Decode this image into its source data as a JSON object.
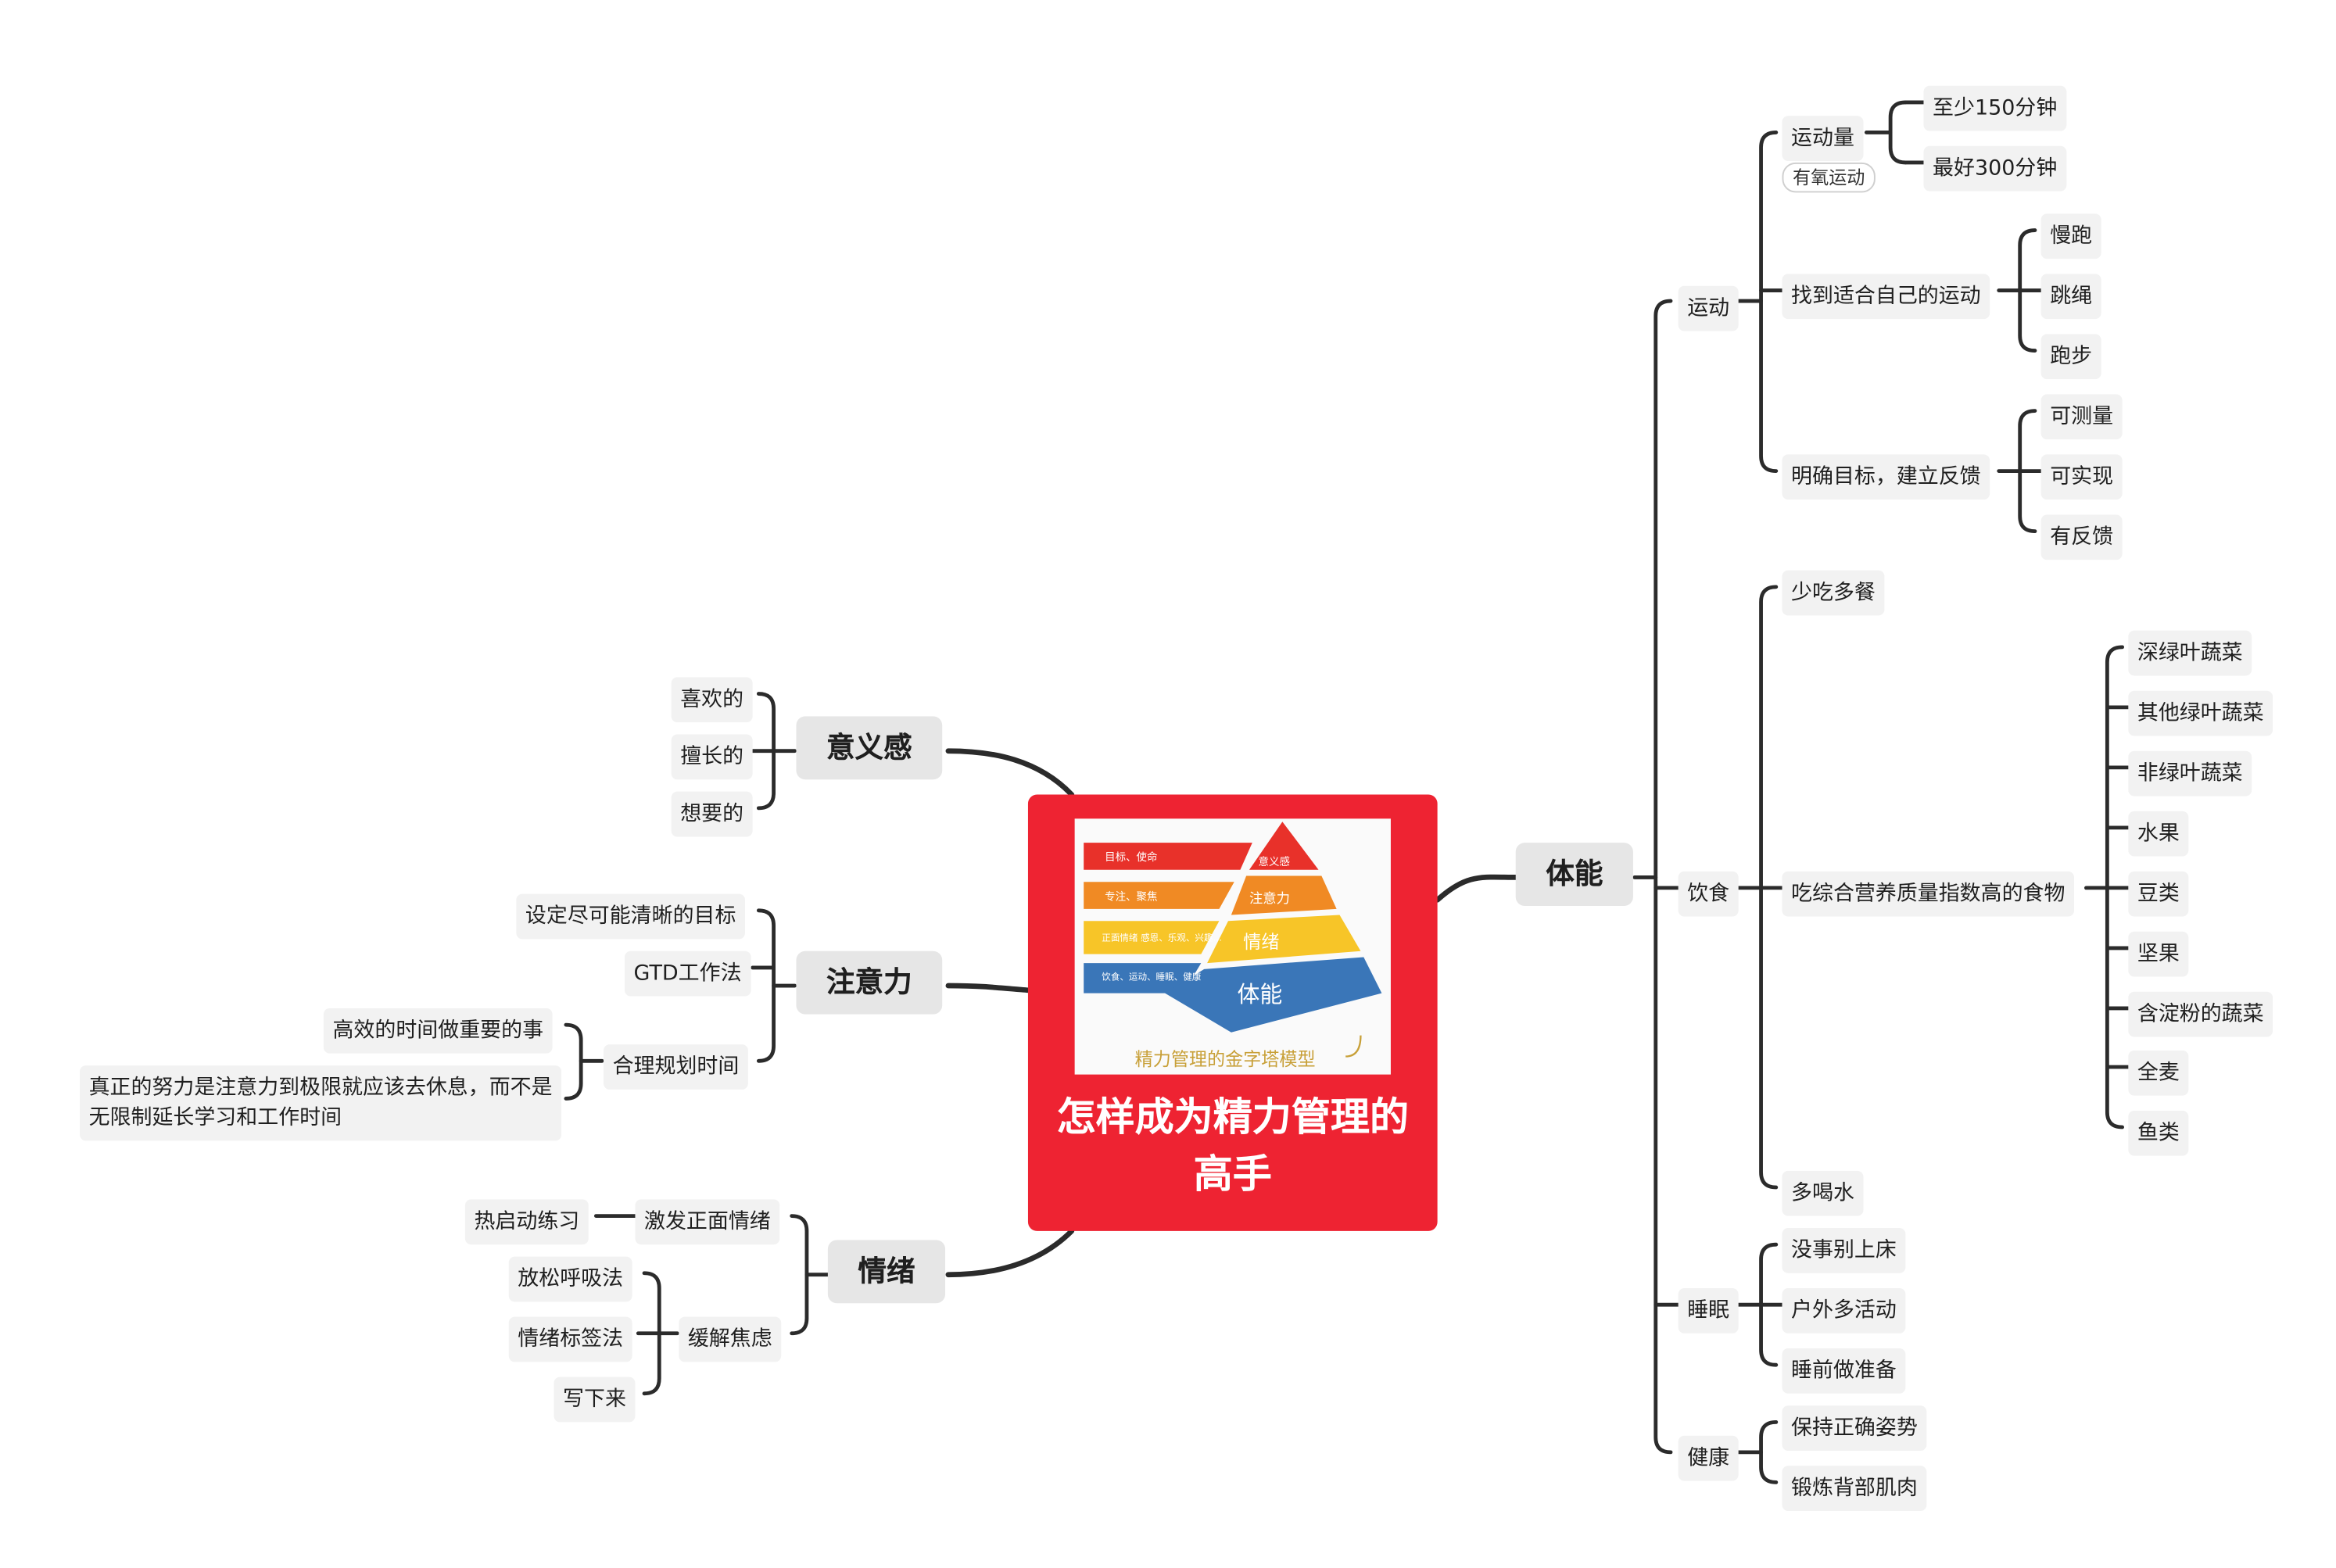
{
  "root": {
    "title": "怎样成为精力管理的高手",
    "image": {
      "caption": "精力管理的金字塔模型",
      "layers": [
        {
          "label": "意义感",
          "desc": "目标、使命",
          "color": "#e8312a"
        },
        {
          "label": "注意力",
          "desc": "专注、聚焦",
          "color": "#f08a24"
        },
        {
          "label": "情绪",
          "desc": "正面情绪 感恩、乐观、兴趣…",
          "color": "#f7c528"
        },
        {
          "label": "体能",
          "desc": "饮食、运动、睡眠、健康",
          "color": "#3a76b8"
        }
      ]
    }
  },
  "branches": {
    "tineng": {
      "label": "体能",
      "yundong": {
        "label": "运动",
        "yundongliang": {
          "label": "运动量",
          "tag": "有氧运动",
          "children": [
            "至少150分钟",
            "最好300分钟"
          ]
        },
        "zhaodao": {
          "label": "找到适合自己的运动",
          "children": [
            "慢跑",
            "跳绳",
            "跑步"
          ]
        },
        "mingque": {
          "label": "明确目标，建立反馈",
          "children": [
            "可测量",
            "可实现",
            "有反馈"
          ]
        }
      },
      "yinshi": {
        "label": "饮食",
        "shaochi": "少吃多餐",
        "zonghe": {
          "label": "吃综合营养质量指数高的食物",
          "children": [
            "深绿叶蔬菜",
            "其他绿叶蔬菜",
            "非绿叶蔬菜",
            "水果",
            "豆类",
            "坚果",
            "含淀粉的蔬菜",
            "全麦",
            "鱼类"
          ]
        },
        "duoheshui": "多喝水"
      },
      "shuimian": {
        "label": "睡眠",
        "children": [
          "没事别上床",
          "户外多活动",
          "睡前做准备"
        ]
      },
      "jiankang": {
        "label": "健康",
        "children": [
          "保持正确姿势",
          "锻炼背部肌肉"
        ]
      }
    },
    "yiyigan": {
      "label": "意义感",
      "children": [
        "喜欢的",
        "擅长的",
        "想要的"
      ]
    },
    "zhuyili": {
      "label": "注意力",
      "mubiao": "设定尽可能清晰的目标",
      "gtd": "GTD工作法",
      "guihua": {
        "label": "合理规划时间",
        "children": [
          "高效的时间做重要的事",
          "真正的努力是注意力到极限就应该去休息，而不是无限制延长学习和工作时间"
        ]
      }
    },
    "qingxu": {
      "label": "情绪",
      "jifa": {
        "label": "激发正面情绪",
        "child": "热启动练习"
      },
      "huanjie": {
        "label": "缓解焦虑",
        "children": [
          "放松呼吸法",
          "情绪标签法",
          "写下来"
        ]
      }
    }
  }
}
